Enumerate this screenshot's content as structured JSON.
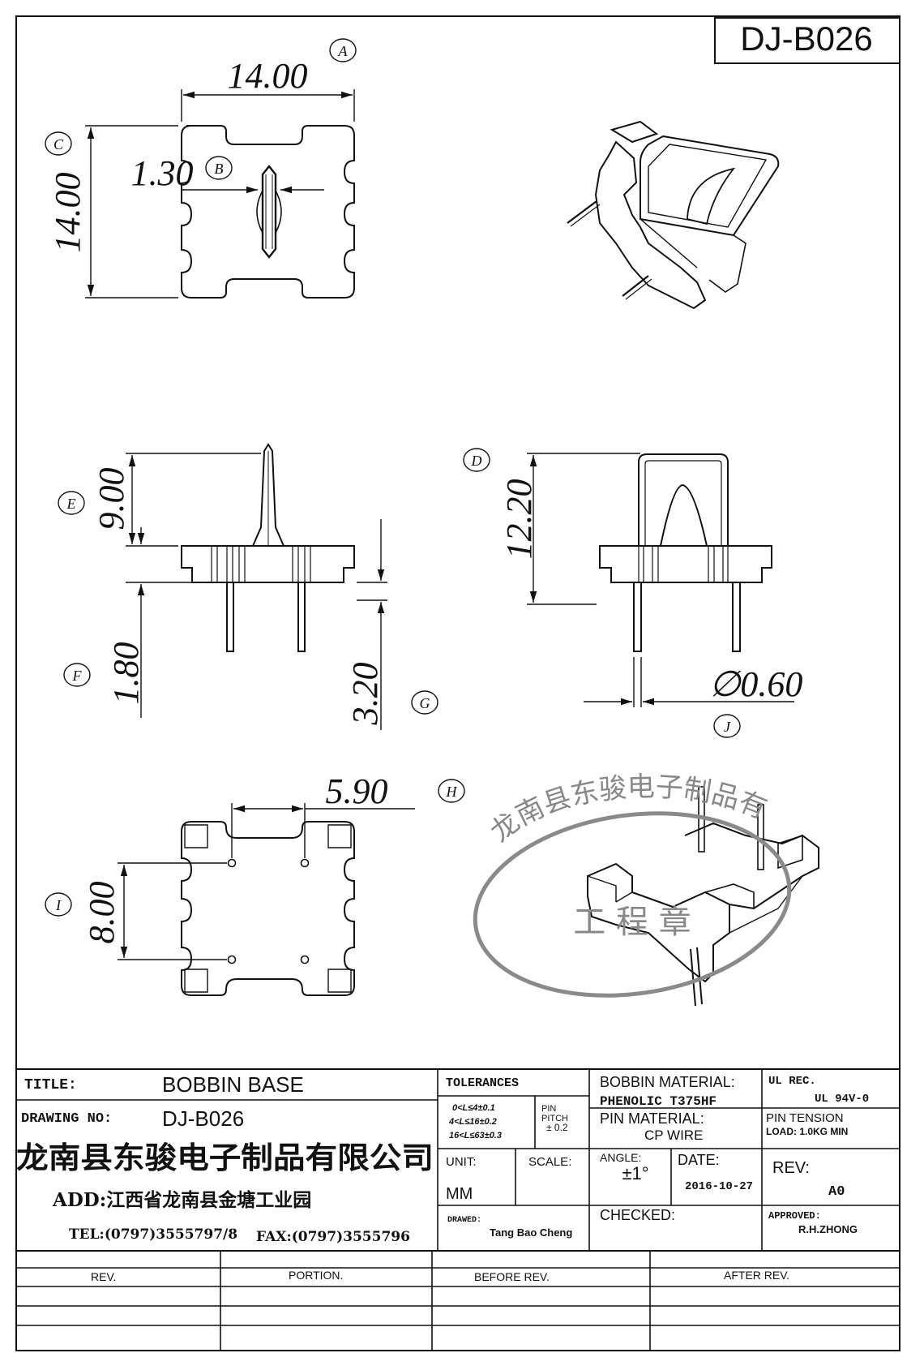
{
  "header": {
    "drawing_code": "DJ-B026"
  },
  "views": {
    "top": {
      "dim_width": "14.00",
      "dim_height": "14.00",
      "dim_slot": "1.30",
      "label_a": "A",
      "label_b": "B",
      "label_c": "C"
    },
    "side_front": {
      "dim_pin_height": "9.00",
      "dim_base_thickness": "1.80",
      "dim_pin_length": "3.20",
      "label_e": "E",
      "label_f": "F",
      "label_g": "G"
    },
    "side_right": {
      "dim_height": "12.20",
      "dim_pin_dia": "0.60",
      "dia_symbol": "∅",
      "label_d": "D",
      "label_j": "J"
    },
    "bottom": {
      "dim_pitch_x": "5.90",
      "dim_pitch_y": "8.00",
      "label_h": "H",
      "label_i": "I"
    }
  },
  "stamp": {
    "ring_text": "龙南县东骏电子制品有限公司",
    "center_text": "工 程 章"
  },
  "title_block": {
    "title_label": "TITLE:",
    "title_value": "BOBBIN BASE",
    "drawing_no_label": "DRAWING NO:",
    "drawing_no_value": "DJ-B026",
    "company_name": "龙南县东骏电子制品有限公司",
    "address": "ADD:江西省龙南县金塘工业园",
    "tel": "TEL:(0797)3555797/8",
    "fax": "FAX:(0797)3555796",
    "tolerances_label": "TOLERANCES",
    "tol_line1": "0<L≤4±0.1",
    "tol_line2": "4<L≤16±0.2",
    "tol_line3": "16<L≤63±0.3",
    "pin_pitch_label_1": "PIN",
    "pin_pitch_label_2": "PITCH",
    "pin_pitch_value": "± 0.2",
    "bobbin_material_label": "BOBBIN MATERIAL:",
    "bobbin_material_value": "PHENOLIC T375HF",
    "pin_material_label": "PIN MATERIAL:",
    "pin_material_value": "CP WIRE",
    "ul_rec_label": "UL REC.",
    "ul_rec_value": "UL 94V-0",
    "pin_tension_label": "PIN TENSION",
    "pin_tension_value": "LOAD: 1.0KG MIN",
    "unit_label": "UNIT:",
    "unit_value": "MM",
    "scale_label": "SCALE:",
    "angle_label": "ANGLE:",
    "angle_value": "±1°",
    "date_label": "DATE:",
    "date_value": "2016-10-27",
    "rev_label": "REV:",
    "rev_value": "A0",
    "drawn_label": "DRAWED:",
    "drawn_value": "Tang Bao Cheng",
    "checked_label": "CHECKED:",
    "approved_label": "APPROVED:",
    "approved_value": "R.H.ZHONG"
  },
  "revision_table": {
    "headers": [
      "REV.",
      "PORTION.",
      "BEFORE REV.",
      "AFTER REV."
    ]
  }
}
